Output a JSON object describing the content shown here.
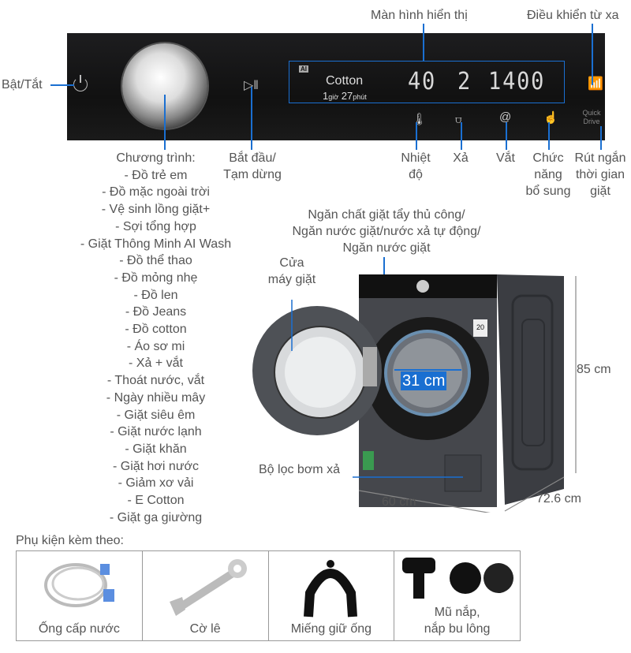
{
  "panel": {
    "display": {
      "ai_badge": "AI",
      "program": "Cotton",
      "time_hours": "1",
      "time_hours_unit": "giờ",
      "time_minutes": "27",
      "time_minutes_unit": "phút",
      "temperature": "40",
      "rinse": "2",
      "spin": "1400"
    },
    "quick_drive_label": "Quick Drive"
  },
  "callouts": {
    "display": "Màn hình hiển thị",
    "remote": "Điều khiển từ xa",
    "power": "Bật/Tắt",
    "start_pause": [
      "Bắt đầu/",
      "Tạm dừng"
    ],
    "temperature": [
      "Nhiệt",
      "độ"
    ],
    "rinse": "Xả",
    "spin": "Vắt",
    "extra": [
      "Chức",
      "năng",
      "bổ sung"
    ],
    "quick_drive": [
      "Rút ngắn",
      "thời gian",
      "giặt"
    ],
    "detergent": [
      "Ngăn chất giặt tẩy thủ công/",
      "Ngăn nước giặt/nước xả tự động/",
      "Ngăn nước giặt"
    ],
    "door": [
      "Cửa",
      "máy giặt"
    ],
    "filter": "Bộ lọc bơm xả",
    "drum_diameter": "31 cm",
    "height": "85 cm",
    "width": "60 cm",
    "depth": "72.6 cm",
    "energy_label": "20"
  },
  "programs": {
    "title": "Chương trình:",
    "items": [
      "- Đồ trẻ em",
      "- Đồ mặc ngoài trời",
      "- Vệ sinh lồng giặt+",
      "- Sợi tổng hợp",
      "- Giặt Thông Minh AI Wash",
      "- Đồ thể thao",
      "- Đồ mỏng nhẹ",
      "- Đồ len",
      "- Đồ Jeans",
      "- Đồ cotton",
      "- Áo sơ mi",
      "- Xả + vắt",
      "- Thoát nước, vắt",
      "- Ngày nhiều mây",
      "- Giặt siêu êm",
      "- Giặt nước lạnh",
      "- Giặt khăn",
      "- Giặt hơi nước",
      "- Giảm xơ vải",
      "- E Cotton",
      "- Giặt ga giường"
    ]
  },
  "accessories": {
    "title": "Phụ kiện kèm theo:",
    "items": [
      {
        "label": "Ống cấp nước",
        "icon": "water-hose-icon"
      },
      {
        "label": "Cờ lê",
        "icon": "wrench-icon"
      },
      {
        "label": "Miếng giữ ống",
        "icon": "hose-holder-icon"
      },
      {
        "label": "Mũ nắp,\nnắp bu lông",
        "icon": "bolt-caps-icon"
      }
    ]
  },
  "colors": {
    "accent": "#1a6fd1",
    "panel": "#151515",
    "text": "#555555"
  }
}
